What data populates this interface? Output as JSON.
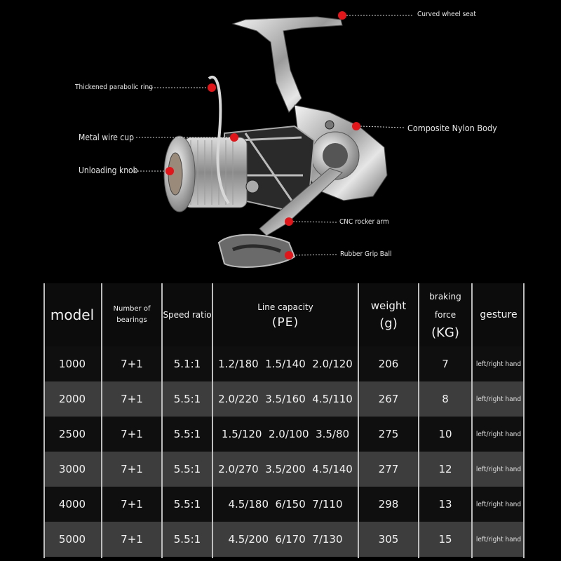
{
  "callouts": {
    "curved_wheel_seat": "Curved wheel seat",
    "thickened_parabolic_ring": "Thickened parabolic ring",
    "metal_wire_cup": "Metal wire cup",
    "unloading_knob": "Unloading knob",
    "composite_nylon_body": "Composite Nylon Body",
    "cnc_rocker_arm": "CNC rocker arm",
    "rubber_grip_ball": "Rubber Grip Ball"
  },
  "colors": {
    "marker": "#e0161b",
    "row_light": "#3d3d3d",
    "row_dark": "#0f0f0f",
    "grid": "#bdbdbd"
  },
  "table": {
    "headers": {
      "model": "model",
      "bearings": "Number of bearings",
      "speed_ratio": "Speed ratio",
      "line_capacity": "Line capacity",
      "line_capacity_unit": "(PE)",
      "weight": "weight",
      "weight_unit": "(g)",
      "braking_force": "braking force",
      "braking_force_unit": "(KG)",
      "gesture": "gesture"
    },
    "rows": [
      {
        "model": "1000",
        "bearings": "7+1",
        "ratio": "5.1:1",
        "capacity": "1.2/180  1.5/140  2.0/120",
        "weight": "206",
        "brake": "7",
        "hand": "left/right hand"
      },
      {
        "model": "2000",
        "bearings": "7+1",
        "ratio": "5.5:1",
        "capacity": "2.0/220  3.5/160  4.5/110",
        "weight": "267",
        "brake": "8",
        "hand": "left/right hand"
      },
      {
        "model": "2500",
        "bearings": "7+1",
        "ratio": "5.5:1",
        "capacity": "1.5/120  2.0/100  3.5/80",
        "weight": "275",
        "brake": "10",
        "hand": "left/right hand"
      },
      {
        "model": "3000",
        "bearings": "7+1",
        "ratio": "5.5:1",
        "capacity": "2.0/270  3.5/200  4.5/140",
        "weight": "277",
        "brake": "12",
        "hand": "left/right hand"
      },
      {
        "model": "4000",
        "bearings": "7+1",
        "ratio": "5.5:1",
        "capacity": "4.5/180  6/150  7/110",
        "weight": "298",
        "brake": "13",
        "hand": "left/right hand"
      },
      {
        "model": "5000",
        "bearings": "7+1",
        "ratio": "5.5:1",
        "capacity": "4.5/200  6/170  7/130",
        "weight": "305",
        "brake": "15",
        "hand": "left/right hand"
      }
    ]
  }
}
